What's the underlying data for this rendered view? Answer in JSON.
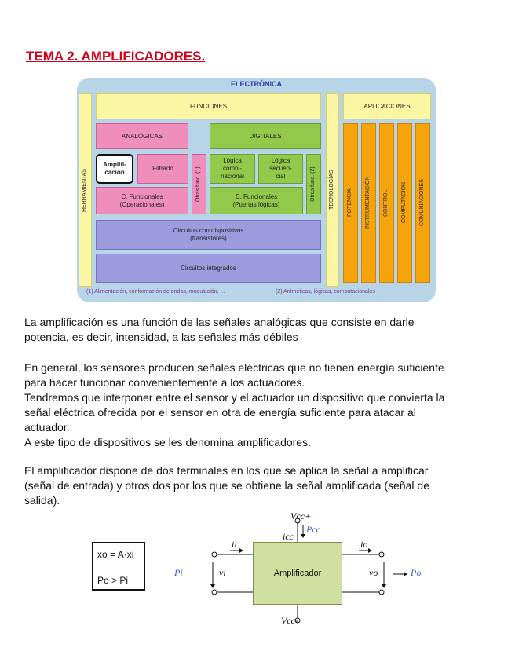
{
  "title": "TEMA 2. AMPLIFICADORES.",
  "diagram": {
    "title": "ELECTRÓNICA",
    "funciones": "FUNCIONES",
    "aplicaciones": "APLICACIONES",
    "herramientas": "HERRAMIENTAS",
    "tecnologias": "TECNOLOGÍAS",
    "analogicas": "ANALÓGICAS",
    "digitales": "DIGITALES",
    "amplificacion": "Amplifi-\ncación",
    "filtrado": "Filtrado",
    "otras_func_1": "Otras func. (1)",
    "logica_comb": "Lógica\ncombi-\nnacional",
    "logica_sec": "Lógica\nsecuen-\ncial",
    "otras_func_2": "Otras func. (2)",
    "cfun_oper": "C. Funcionales\n(Operacionales)",
    "cfun_puertas": "C. Funcionales\n(Puertas lógicas)",
    "circ_disp": "Circuitos con dispositivos\n(transistores)",
    "circ_int": "Circuitos integrados",
    "apps": [
      "POTENCIA",
      "INSTRUMENTACIÓN",
      "CONTROL",
      "COMPUTACIÓN",
      "COMUNIACIONES"
    ],
    "foot1": "(1) Alimentación, conformación de ondas, modulación, ...",
    "foot2": "(2) Aritméticas, lógicas, computacionales"
  },
  "paragraphs": {
    "p1": "La amplificación es una función de las señales analógicas que consiste en darle\npotencia, es decir, intensidad, a las señales más débiles",
    "p2": "En general, los sensores producen señales eléctricas que no tienen energía suficiente\npara hacer funcionar convenientemente a los actuadores.\nTendremos que interponer entre el sensor y el actuador un dispositivo que convierta la\nseñal eléctrica ofrecida por el sensor en otra de energía suficiente para atacar al\nactuador.\nA este tipo de dispositivos se les denomina amplificadores.",
    "p3": "El amplificador dispone de dos terminales en los que se aplica la señal a amplificar\n(señal de entrada) y otros dos por los que se obtiene la señal amplificada (señal de\nsalida)."
  },
  "formula": {
    "line1": "xo = A·xi",
    "line2": "Po > Pi"
  },
  "schematic": {
    "amp_label": "Amplificador",
    "vcc_top": "Vcc+",
    "pcc": "Pcc",
    "icc": "icc",
    "ii": "ii",
    "vi": "vi",
    "pi": "Pi",
    "io": "io",
    "vo": "vo",
    "po": "Po",
    "vcc_bottom": "Vcc-"
  }
}
